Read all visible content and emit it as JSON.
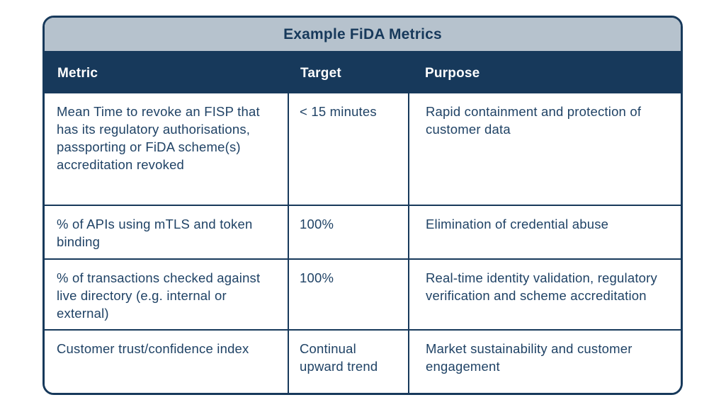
{
  "title": "Example FiDA Metrics",
  "colors": {
    "navy": "#17395b",
    "title_bar_bg": "#b6c2cd",
    "cell_bg": "#ffffff",
    "body_text": "#1f4265",
    "header_text": "#ffffff"
  },
  "table": {
    "columns": [
      "Metric",
      "Target",
      "Purpose"
    ],
    "rows": [
      {
        "metric": "Mean Time to revoke an FISP that has its regulatory authorisations, passporting or FiDA scheme(s) accreditation revoked",
        "target": "< 15 minutes",
        "purpose": "Rapid containment and protection of customer data"
      },
      {
        "metric": "% of APIs using mTLS and token binding",
        "target": "100%",
        "purpose": "Elimination of credential abuse"
      },
      {
        "metric": "% of transactions checked against live directory (e.g. internal or external)",
        "target": "100%",
        "purpose": "Real-time identity validation, regulatory verification and scheme accreditation"
      },
      {
        "metric": "Customer trust/confidence index",
        "target": "Continual upward trend",
        "purpose": "Market sustainability and customer engagement"
      }
    ]
  }
}
